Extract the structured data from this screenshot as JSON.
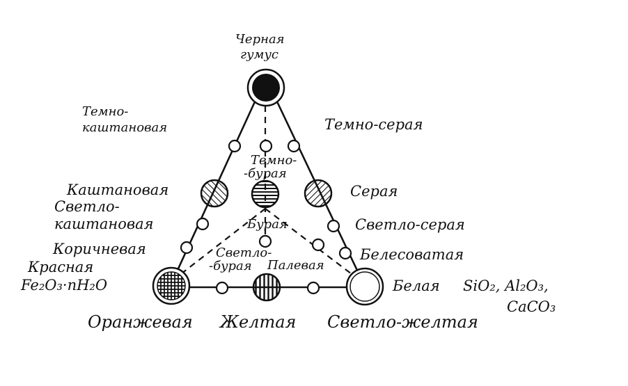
{
  "labels": {
    "apex": [
      "Черная",
      "гумус"
    ],
    "temno_kashtanovaya": [
      "Темно-",
      "каштановая"
    ],
    "temno_seraya": "Темно-серая",
    "temno_buraya": [
      "Темно-",
      "-бурая"
    ],
    "kashtanovaya": "Каштановая",
    "svetlo_kashtanovaya": [
      "Светло-",
      "каштановая"
    ],
    "seraya": "Серая",
    "buraya": "Бурая",
    "svetlo_seraya": "Светло-серая",
    "korichnevaya": "Коричневая",
    "svetlo_buraya": [
      "Светло-",
      "-бурая"
    ],
    "palevaya": "Палевая",
    "belesovataya": "Белесоватая",
    "krasnaya": "Красная",
    "fe_formula": "Fe₂O₃·nH₂O",
    "belaya": "Белая",
    "sio_formula": "SiO₂, Al₂O₃,",
    "caco_formula": "CaCO₃",
    "oranzhevaya": "Оранжевая",
    "zheltaya": "Желтая",
    "svetlo_zheltaya": "Светло-желтая"
  },
  "colors": {
    "ink": "#111111",
    "background": "#ffffff"
  }
}
